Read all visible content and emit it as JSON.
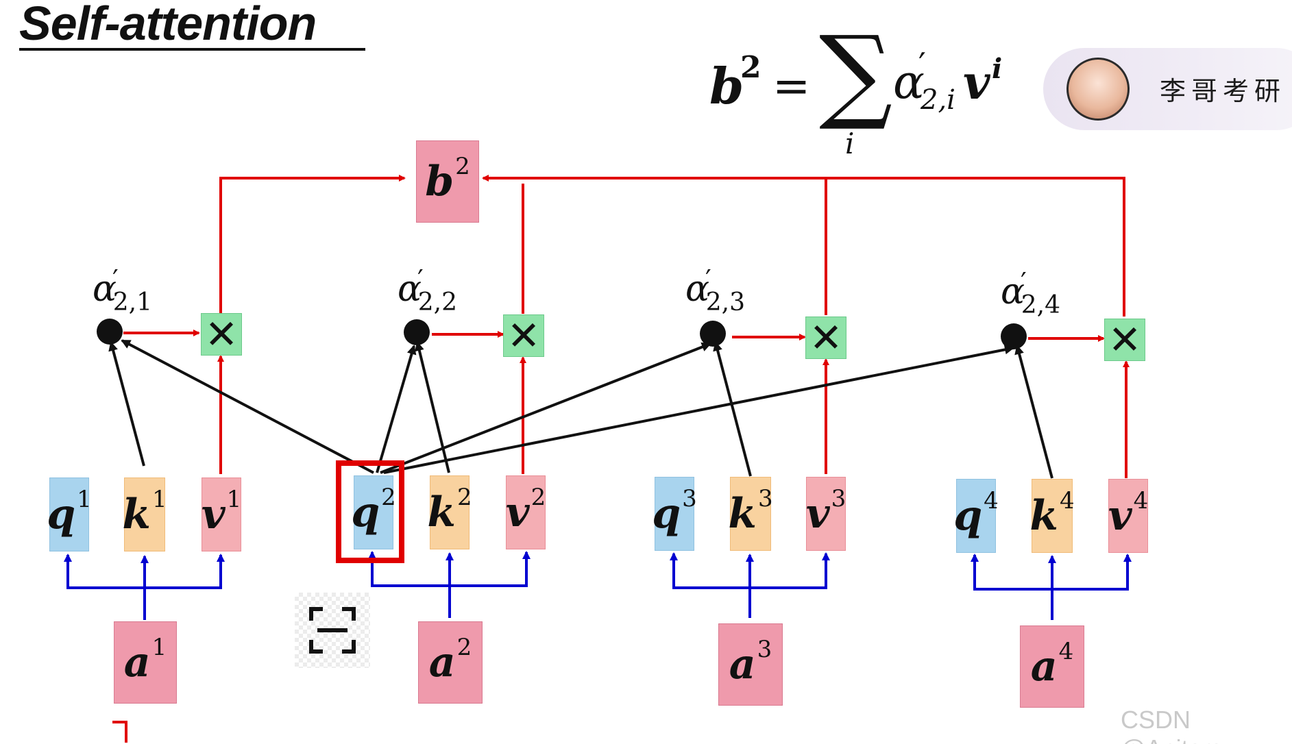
{
  "title": "Self-attention",
  "formula": {
    "lhs": "b",
    "lhs_exp": "2",
    "equals": "=",
    "sum_symbol": "∑",
    "sum_index": "i",
    "alpha": "α",
    "prime": "′",
    "alpha_subscript": "2,i",
    "v": "v",
    "v_exp": "i"
  },
  "badge": {
    "text": "李哥考研",
    "avatar": "anime-girl-avatar"
  },
  "output": {
    "symbol": "b",
    "exp": "2"
  },
  "alphas": [
    {
      "symbol": "α",
      "prime": "′",
      "subscript": "2,1"
    },
    {
      "symbol": "α",
      "prime": "′",
      "subscript": "2,2"
    },
    {
      "symbol": "α",
      "prime": "′",
      "subscript": "2,3"
    },
    {
      "symbol": "α",
      "prime": "′",
      "subscript": "2,4"
    }
  ],
  "multiply_symbol": "✕",
  "groups": [
    {
      "q": "q",
      "k": "k",
      "v": "v",
      "a": "a",
      "idx": "1"
    },
    {
      "q": "q",
      "k": "k",
      "v": "v",
      "a": "a",
      "idx": "2"
    },
    {
      "q": "q",
      "k": "k",
      "v": "v",
      "a": "a",
      "idx": "3"
    },
    {
      "q": "q",
      "k": "k",
      "v": "v",
      "a": "a",
      "idx": "4"
    }
  ],
  "colors": {
    "query": "#a9d4ee",
    "key": "#f9d29f",
    "value": "#f4aeb4",
    "input": "#ef9aac",
    "multiply": "#8fe3a9",
    "red_arrow": "#e00000",
    "blue_arrow": "#0000d0",
    "black_arrow": "#111111"
  },
  "capture_icon": "screenshot-capture-icon",
  "footer": {
    "watermark": "CSDN @Anitars"
  }
}
